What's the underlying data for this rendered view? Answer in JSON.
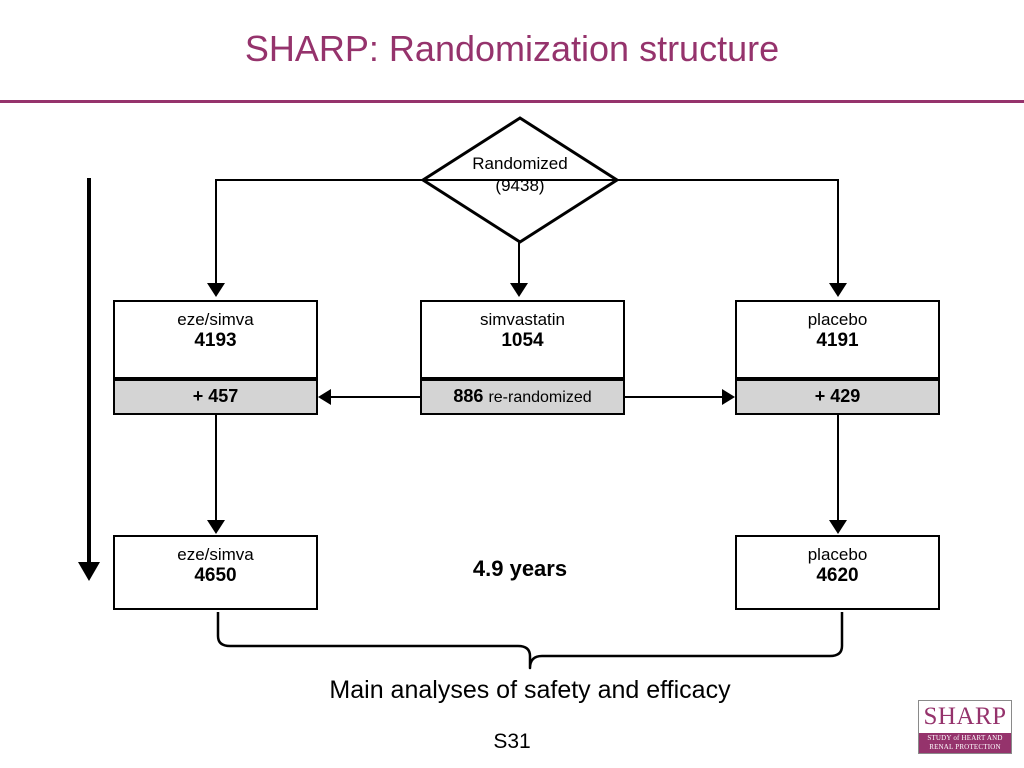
{
  "slide": {
    "title": "SHARP: Randomization structure",
    "page_number": "S31",
    "accent_color": "#95336C",
    "caption": "Main analyses of safety and efficacy",
    "duration_label": "4.9 years"
  },
  "diagram": {
    "root": {
      "label_line1": "Randomized",
      "label_line2": "(9438)"
    },
    "arms": [
      {
        "name": "eze-simva-arm",
        "label": "eze/simva",
        "count": "4193",
        "addition": "+ 457"
      },
      {
        "name": "simvastatin-arm",
        "label": "simvastatin",
        "count": "1054",
        "rerandomized_count": "886",
        "rerandomized_label": "re-randomized"
      },
      {
        "name": "placebo-arm",
        "label": "placebo",
        "count": "4191",
        "addition": "+ 429"
      }
    ],
    "totals": [
      {
        "name": "eze-simva-total",
        "label": "eze/simva",
        "count": "4650"
      },
      {
        "name": "placebo-total",
        "label": "placebo",
        "count": "4620"
      }
    ]
  },
  "logo": {
    "main_text": "SHARP",
    "sub_line1": "STUDY of HEART AND",
    "sub_line2": "RENAL PROTECTION"
  }
}
